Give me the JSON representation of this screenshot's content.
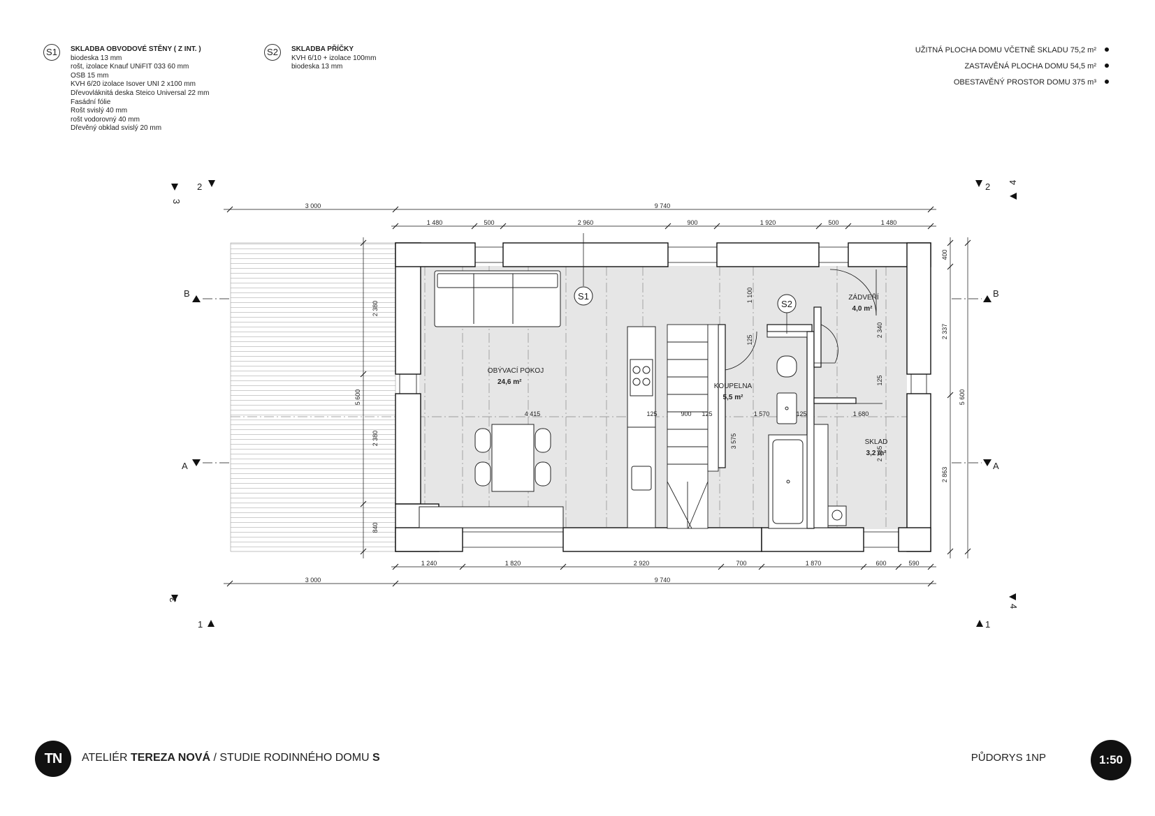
{
  "legend": [
    {
      "tag": "S1",
      "lines": [
        "SKLADBA OBVODOVÉ STĚNY ( Z INT. )",
        "biodeska 13 mm",
        "rošt, izolace Knauf UNiFIT 033 60 mm",
        "OSB 15 mm",
        "KVH 6/20 izolace Isover UNI 2 x100 mm",
        "Dřevovláknitá deska Steico Universal 22 mm",
        "Fasádní fólie",
        "Rošt svislý 40 mm",
        "rošt vodorovný 40 mm",
        "Dřevěný obklad svislý 20 mm"
      ]
    },
    {
      "tag": "S2",
      "lines": [
        "SKLADBA PŘÍČKY",
        "KVH  6/10 + izolace 100mm",
        "biodeska 13 mm"
      ]
    }
  ],
  "areas": [
    "UŽITNÁ PLOCHA DOMU VČETNĚ SKLADU 75,2 m²",
    "ZASTAVĚNÁ PLOCHA DOMU 54,5 m²",
    "OBESTAVĚNÝ PROSTOR DOMU 375 m³"
  ],
  "rooms": [
    {
      "name": "OBÝVACÍ POKOJ",
      "area": "24,6 m²"
    },
    {
      "name": "KOUPELNA",
      "area": "5,5 m²"
    },
    {
      "name": "ZÁDVEŘÍ",
      "area": "4,0 m²"
    },
    {
      "name": "SKLAD",
      "area": "3,2 m²"
    }
  ],
  "dims": {
    "top_outer": [
      "3 000",
      "9 740"
    ],
    "top_inner": [
      "1 480",
      "500",
      "2 960",
      "900",
      "1 920",
      "500",
      "1 480"
    ],
    "bottom_inner": [
      "1 240",
      "1 820",
      "2 920",
      "700",
      "1 870",
      "600",
      "590"
    ],
    "bottom_outer": [
      "3 000",
      "9 740"
    ],
    "left": [
      "5 600",
      "2 380",
      "2 380",
      "840"
    ],
    "right_inner": [
      "400",
      "2 337",
      "2 863"
    ],
    "right_outer": "5 600",
    "interior": [
      "1 100",
      "125",
      "2 340",
      "125",
      "4 415",
      "125",
      "900",
      "125",
      "1 570",
      "125",
      "1 680",
      "3 575",
      "2 335"
    ]
  },
  "sections": [
    "B",
    "A",
    "B",
    "A"
  ],
  "markers": [
    "2",
    "3",
    "2",
    "4",
    "3",
    "1",
    "1",
    "4"
  ],
  "tags": [
    "S1",
    "S2"
  ],
  "footer": {
    "logo": "TN",
    "studio_prefix": "ATELIÉR ",
    "studio_name": "TEREZA NOVÁ",
    "studio_mid": " / STUDIE RODINNÉHO DOMU ",
    "studio_suffix": "S",
    "sheet": "PŮDORYS 1NP",
    "scale": "1:50"
  }
}
